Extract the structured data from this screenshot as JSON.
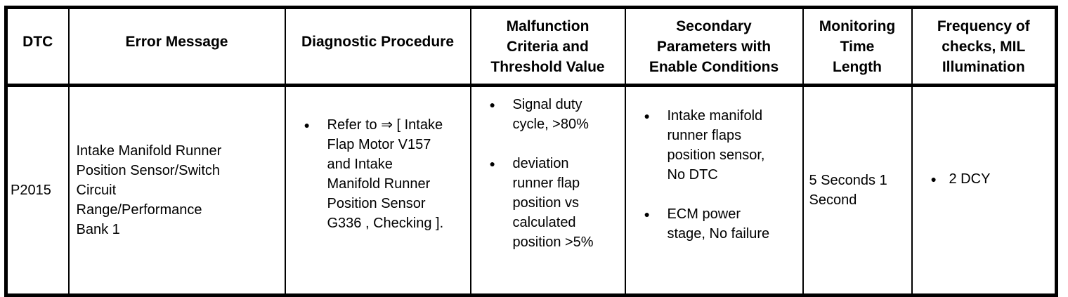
{
  "glyphs": {
    "bullet": "●"
  },
  "table": {
    "headers": {
      "dtc": "DTC",
      "error_message": "Error Message",
      "diagnostic_procedure": "Diagnostic Procedure",
      "malfunction_criteria": "Malfunction\nCriteria and\nThreshold Value",
      "secondary_parameters": "Secondary\nParameters with\nEnable Conditions",
      "monitoring_time": "Monitoring\nTime\nLength",
      "frequency": "Frequency of\nchecks, MIL\nIllumination"
    },
    "row": {
      "dtc": "P2015",
      "error_message": "Intake Manifold Runner\nPosition Sensor/Switch\nCircuit\nRange/Performance\nBank 1",
      "diagnostic_procedure_items": [
        "Refer to ⇒ [ Intake\nFlap Motor V157\nand Intake\nManifold Runner\nPosition Sensor\nG336 , Checking ]."
      ],
      "malfunction_criteria_items": [
        "Signal duty\ncycle, >80%",
        "deviation\nrunner flap\nposition vs\ncalculated\nposition >5%"
      ],
      "secondary_parameters_items": [
        "Intake manifold\nrunner flaps\nposition sensor,\nNo DTC",
        "ECM power\nstage, No failure"
      ],
      "monitoring_time_length": "5 Seconds 1\nSecond",
      "frequency_items": [
        "2 DCY"
      ]
    }
  }
}
